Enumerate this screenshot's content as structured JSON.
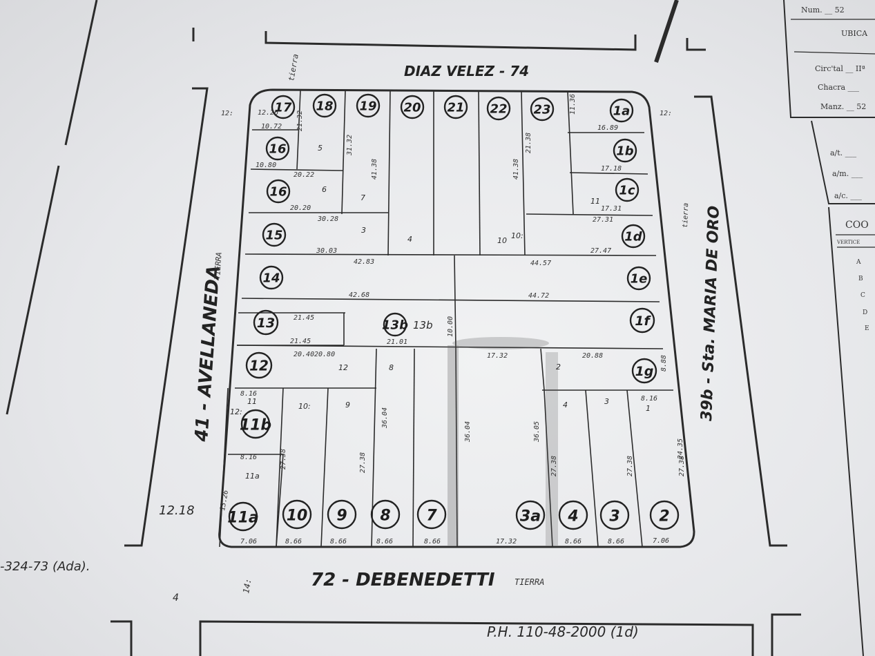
{
  "streets": {
    "north": "DIAZ VELEZ - 74",
    "west": "41 - AVELLANEDA",
    "east": "39b - Sta. MARIA DE ORO",
    "south": "72 - DEBENEDETTI"
  },
  "surface_tags": {
    "north_corner": "tierra",
    "west": "TIERRA",
    "east": "tierra",
    "south": "TIERRA"
  },
  "annotations": {
    "bottom_left_ref": "-324-73 (Ada).",
    "bottom_right_ref": "P.H. 110-48-2000 (1d)",
    "left_frontage": "12.18",
    "nw_dim": "12:",
    "ne_dim": "12:",
    "sw_dim": "14:",
    "sw_mark": "4"
  },
  "side_form": {
    "header_num": "Num. __ 52",
    "ubica": "UBICA",
    "circ": "Circ'tal __ IIª",
    "chacra": "Chacra ___",
    "manz": "Manz. __ 52",
    "rows": [
      "a/t. ___",
      "a/m. ___",
      "a/c. ___"
    ],
    "coo": "COO",
    "vertice": "VERTICE",
    "letters": [
      "A",
      "B",
      "C",
      "D",
      "E"
    ]
  },
  "lots": {
    "top_row": [
      "17",
      "18",
      "19",
      "20",
      "21",
      "22",
      "23",
      "1a"
    ],
    "left_col": [
      "1b",
      "16",
      "15",
      "14",
      "13"
    ],
    "right_col": [
      "1b",
      "1c",
      "1d",
      "1e",
      "1f",
      "1g"
    ],
    "middle": [
      "13b",
      "13b",
      "12",
      "11b"
    ],
    "bottom_row": [
      "11a",
      "10",
      "9",
      "8",
      "7",
      "3a",
      "4",
      "3",
      "2"
    ]
  },
  "lot_labels": {
    "l17": "17",
    "l18": "18",
    "l19": "19",
    "l20": "20",
    "l21": "21",
    "l22": "22",
    "l23": "23",
    "l1a": "1a",
    "l16b": "16",
    "l16": "16",
    "l15": "15",
    "l14": "14",
    "l13": "13",
    "l1b": "1b",
    "l1c": "1c",
    "l1d": "1d",
    "l1e": "1e",
    "l1f": "1f",
    "l1g": "1g",
    "l13b": "13b",
    "l13b_txt": "13b",
    "l12": "12",
    "l11b": "11b",
    "l11a": "11a",
    "l10": "10",
    "l9": "9",
    "l8": "8",
    "l7": "7",
    "l3a": "3a",
    "l4": "4",
    "l3": "3",
    "l2": "2"
  },
  "dimensions": {
    "d1": "10.72",
    "d2": "10.80",
    "d3": "20.22",
    "d4": "20.20",
    "d5": "30.28",
    "d6": "30.03",
    "d7": "42.83",
    "d8": "42.68",
    "d9": "21.45",
    "d10": "21.45",
    "d11": "21.01",
    "d12": "10.00",
    "d13": "20.80",
    "d14": "20.40",
    "d15": "17.32",
    "d16": "20.88",
    "d17": "44.57",
    "d18": "44.72",
    "d19": "27.31",
    "d20": "27.47",
    "d21": "16.89",
    "d22": "17.18",
    "d23": "17.31",
    "d24": "36.04",
    "d25": "36.04",
    "d26": "36.05",
    "d27": "27.38",
    "d28": "27.38",
    "d29": "27.38",
    "d30": "27.38",
    "d31": "27.38",
    "d32": "24.35",
    "d33": "7.06",
    "d34": "8.66",
    "d35": "8.66",
    "d36": "8.66",
    "d37": "8.66",
    "d38": "17.32",
    "d39": "8.66",
    "d40": "8.66",
    "d41": "7.06",
    "d42": "8.16",
    "d43": "8.16",
    "d44": "8.16",
    "d45": "13.26",
    "d46": "41.38",
    "d47": "41.38",
    "d48": "31.32",
    "d49": "21.32",
    "d50": "21.38",
    "d51": "12.26",
    "d52": "11.36",
    "d53": "8.88"
  },
  "lot_letters": {
    "a1": "1",
    "a2": "2",
    "a3": "3",
    "a4": "4",
    "a5": "5",
    "a6": "6",
    "a7": "7",
    "a8": "8",
    "a9": "9",
    "a10": "10",
    "a11": "11",
    "a12": "12",
    "a13": "10:",
    "a14": "11",
    "a15": "11a",
    "a16": "3",
    "a17": "4",
    "a18": "10:",
    "a19": "12:"
  }
}
